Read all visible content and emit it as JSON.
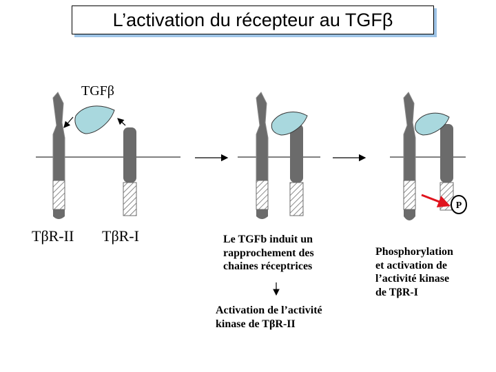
{
  "title": "L’activation du récepteur au TGFβ",
  "ligand_label": "TGFβ",
  "receptor_labels": {
    "type2": "TβR-II",
    "type1": "TβR-I"
  },
  "phospho_label": "P",
  "notes": {
    "step1": "Le TGFb induit un\nrapprochement des\nchaines réceptrices",
    "step2": "Activation de l’activité\nkinase de TβR-II",
    "step3": "Phosphorylation\net activation de\nl’activité kinase\nde TβR-I"
  },
  "colors": {
    "receptor": "#6b6b6b",
    "ligand": "#a9d8de",
    "title_shadow": "#9dc3e6",
    "phospho_arrow": "#e0141e"
  }
}
